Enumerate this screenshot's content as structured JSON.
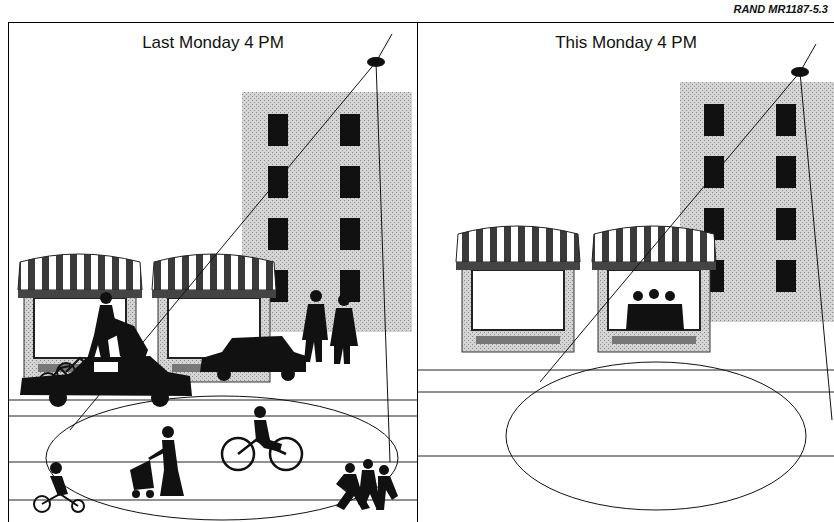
{
  "diagram": {
    "nodes": [
      {
        "text": [
          "Last Monday 4 PM"
        ]
      },
      {
        "text": [
          "This Monday 4 PM"
        ]
      }
    ],
    "labels": [
      "RAND MR1187-5.3"
    ]
  }
}
